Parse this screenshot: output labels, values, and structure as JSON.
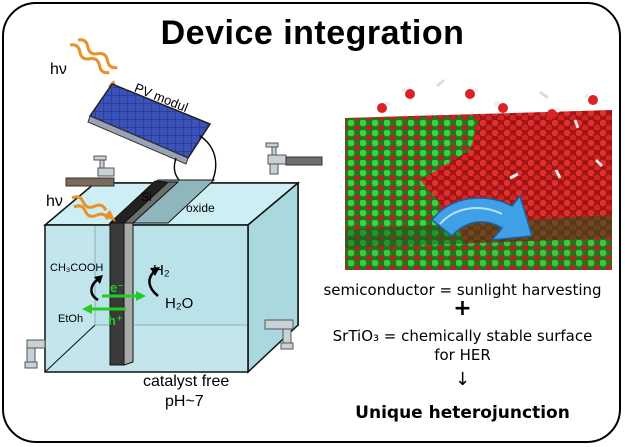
{
  "title": "Device integration",
  "pv": {
    "hv": "hν",
    "label": "PV modul"
  },
  "cell": {
    "hv": "hν",
    "si": "Si",
    "oxide": "oxide",
    "acid": "CH₃COOH",
    "etoh": "EtOh",
    "electron": "e⁻",
    "hole": "h⁺",
    "h2": "H₂",
    "h2o": "H₂O",
    "catalyst_free": "catalyst free",
    "ph": "pH~7"
  },
  "right": {
    "line1": "semiconductor = sunlight harvesting",
    "plus": "+",
    "line2": "SrTiO₃ = chemically stable surface",
    "line3": "for HER",
    "arrow": "↓",
    "line4": "Unique heterojunction"
  },
  "colors": {
    "water": "#bfe6ec",
    "electron_arrow": "#22cc22",
    "red_atoms": "#c81e1e",
    "green_atoms": "#2fb82f",
    "photon": "#e8922a"
  }
}
